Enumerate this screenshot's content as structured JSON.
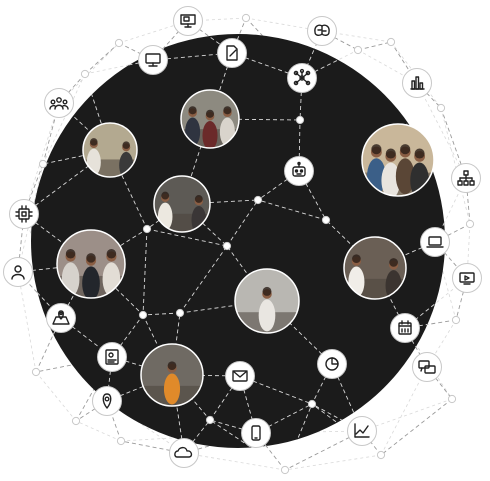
{
  "colors": {
    "background": "#ffffff",
    "globe_fill": "#1b1b1b",
    "line_light": "#d9d9d9",
    "line_outer": "#9a9a9a",
    "node_fill": "#ffffff",
    "node_stroke": "#c8c8c8",
    "icon_stroke": "#222222"
  },
  "icon_nodes": [
    {
      "name": "presentation-board-icon"
    },
    {
      "name": "brain-icon"
    },
    {
      "name": "desktop-monitor-icon"
    },
    {
      "name": "document-edit-icon"
    },
    {
      "name": "network-nodes-icon"
    },
    {
      "name": "bar-chart-icon"
    },
    {
      "name": "team-people-icon"
    },
    {
      "name": "robot-chatbot-icon"
    },
    {
      "name": "org-chart-icon"
    },
    {
      "name": "cpu-chip-icon"
    },
    {
      "name": "laptop-icon"
    },
    {
      "name": "person-user-icon"
    },
    {
      "name": "video-screen-icon"
    },
    {
      "name": "map-location-icon"
    },
    {
      "name": "calendar-icon"
    },
    {
      "name": "contact-card-icon"
    },
    {
      "name": "pie-chart-icon"
    },
    {
      "name": "mail-envelope-icon"
    },
    {
      "name": "chat-bubbles-icon"
    },
    {
      "name": "location-pin-icon"
    },
    {
      "name": "mobile-phone-icon"
    },
    {
      "name": "line-chart-icon"
    },
    {
      "name": "cloud-icon"
    }
  ],
  "photo_nodes": [
    {
      "name": "photo-team-walking",
      "bg": "#8d8a80",
      "people": [
        "#2f3440",
        "#6b2a2a",
        "#d9d4cc"
      ]
    },
    {
      "name": "photo-colleagues-standing",
      "bg": "#b3a990",
      "people": [
        "#e6e2da",
        "#3a3a3a"
      ]
    },
    {
      "name": "photo-office-meeting",
      "bg": "#c9b79a",
      "people": [
        "#3b5f88",
        "#e8e4de",
        "#5a4636",
        "#2f2f2f"
      ]
    },
    {
      "name": "photo-laptop-discussion",
      "bg": "#5d5a55",
      "people": [
        "#ece8e0",
        "#3a3636"
      ]
    },
    {
      "name": "photo-conference-room",
      "bg": "#9c8f88",
      "people": [
        "#d6d2cc",
        "#23262c",
        "#e2ddd5"
      ]
    },
    {
      "name": "photo-presenter-desk",
      "bg": "#6a5f55",
      "people": [
        "#f0ede8",
        "#3b3430"
      ]
    },
    {
      "name": "photo-woman-laptop",
      "bg": "#b9b7b2",
      "people": [
        "#e9e6e1"
      ]
    },
    {
      "name": "photo-man-orange-sweater",
      "bg": "#6f6a63",
      "people": [
        "#e08a2a"
      ]
    }
  ]
}
